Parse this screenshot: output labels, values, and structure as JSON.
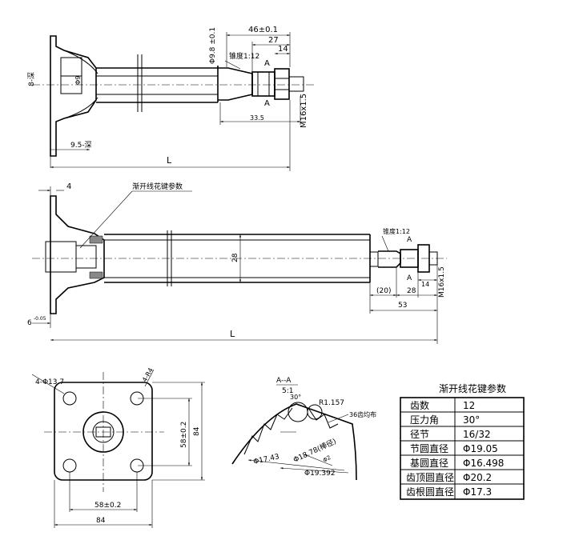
{
  "view1": {
    "dim_top_overall": "46±0.1",
    "dim_27": "27",
    "dim_14": "14",
    "dim_bore": "Φ9.8 ±0.1",
    "taper_note": "锥度1:12",
    "dim_side_left": "8-深",
    "dim_inner": "Φ9",
    "section_mark_top": "A",
    "section_mark_bottom": "A",
    "dim_thread": "M16x1.5",
    "dim_33": "33.5",
    "dim_flange": "9.5-深",
    "dim_L": "L"
  },
  "view2": {
    "dim_4": "4",
    "spline_note": "渐开线花键参数",
    "dim_28": "28",
    "taper_note": "锥度1:12",
    "section_mark_top": "A",
    "section_mark_bottom": "A",
    "dim_thread": "M16x1.5",
    "dim_20": "(20)",
    "dim_28b": "28",
    "dim_14": "14",
    "dim_53": "53",
    "dim_6": "6",
    "dim_6_tol": "-0.05",
    "dim_L": "L"
  },
  "plate": {
    "holes_note": "4-Φ13.7",
    "corner_note": "4-R4",
    "dim_vert_58": "58±0.2",
    "dim_vert_84": "84",
    "dim_horz_58": "58±0.2",
    "dim_horz_84": "84"
  },
  "section": {
    "title": "A--A",
    "scale": "5:1",
    "angle_30": "30°",
    "dim_radius": "R1.157",
    "teeth_note": "36齿均布",
    "dim_17": "Φ17.43",
    "dim_18": "Φ18.78(棒径)",
    "dim_19": "Φ19.392",
    "dim_2": "Φ2"
  },
  "spline_table": {
    "title": "渐开线花键参数",
    "rows": [
      {
        "label": "齿数",
        "value": "12"
      },
      {
        "label": "压力角",
        "value": "30°"
      },
      {
        "label": "径节",
        "value": "16/32"
      },
      {
        "label": "节圆直径",
        "value": "Φ19.05"
      },
      {
        "label": "基圆直径",
        "value": "Φ16.498"
      },
      {
        "label": "齿顶圆直径",
        "value": "Φ20.2"
      },
      {
        "label": "齿根圆直径",
        "value": "Φ17.3"
      }
    ]
  }
}
